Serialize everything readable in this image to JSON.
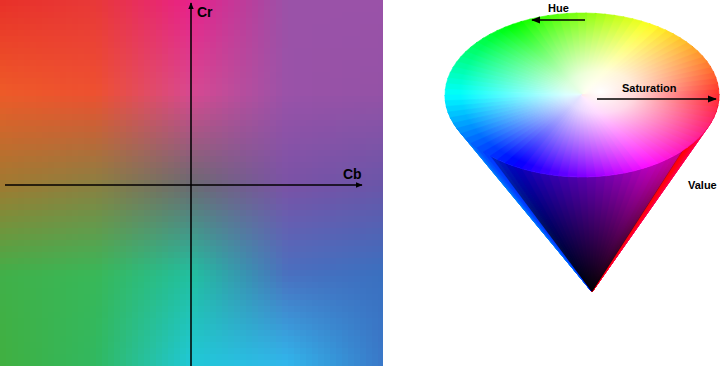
{
  "diagram": {
    "labels": [
      "Cr",
      "Cb",
      "Hue",
      "Saturation",
      "Value"
    ]
  }
}
